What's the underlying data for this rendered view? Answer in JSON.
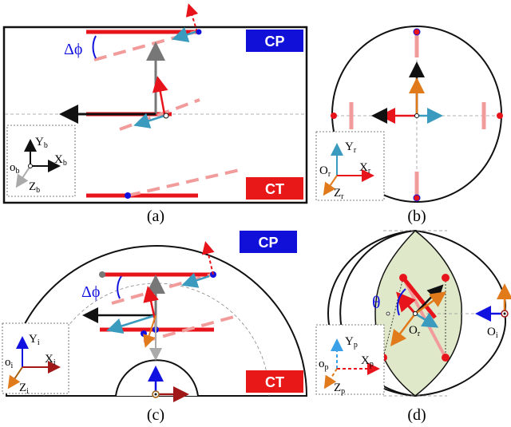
{
  "panels": {
    "a": {
      "caption": "(a)",
      "cp": "CP",
      "ct": "CT",
      "angle": "Δϕ",
      "axes": {
        "y": "Y",
        "y_sub": "b",
        "x": "X",
        "x_sub": "b",
        "o": "o",
        "o_sub": "b",
        "z": "Z",
        "z_sub": "b"
      }
    },
    "b": {
      "caption": "(b)",
      "axes": {
        "y": "Y",
        "y_sub": "r",
        "x": "X",
        "x_sub": "r",
        "o": "O",
        "o_sub": "r",
        "z": "Z",
        "z_sub": "r"
      }
    },
    "c": {
      "caption": "(c)",
      "cp": "CP",
      "ct": "CT",
      "angle": "Δϕ",
      "axes": {
        "y": "Y",
        "y_sub": "i",
        "x": "X",
        "x_sub": "i",
        "o": "o",
        "o_sub": "i",
        "z": "Z",
        "z_sub": "i"
      }
    },
    "d": {
      "caption": "(d)",
      "theta": "θ",
      "or": "O",
      "or_sub": "r",
      "oi": "O",
      "oi_sub": "i",
      "axes": {
        "y": "Y",
        "y_sub": "p",
        "x": "X",
        "x_sub": "p",
        "o": "o",
        "o_sub": "p",
        "z": "Z",
        "z_sub": "p"
      }
    }
  },
  "colors": {
    "red": "#e8141b",
    "pink": "#f29b9b",
    "blue": "#1212e0",
    "cp_bg": "#1010d8",
    "ct_bg": "#e81818",
    "teal": "#3a9bbf",
    "orange": "#e07a1a",
    "gray": "#777777",
    "green_fill": "#dfe8c8",
    "darkred": "#a01818"
  }
}
